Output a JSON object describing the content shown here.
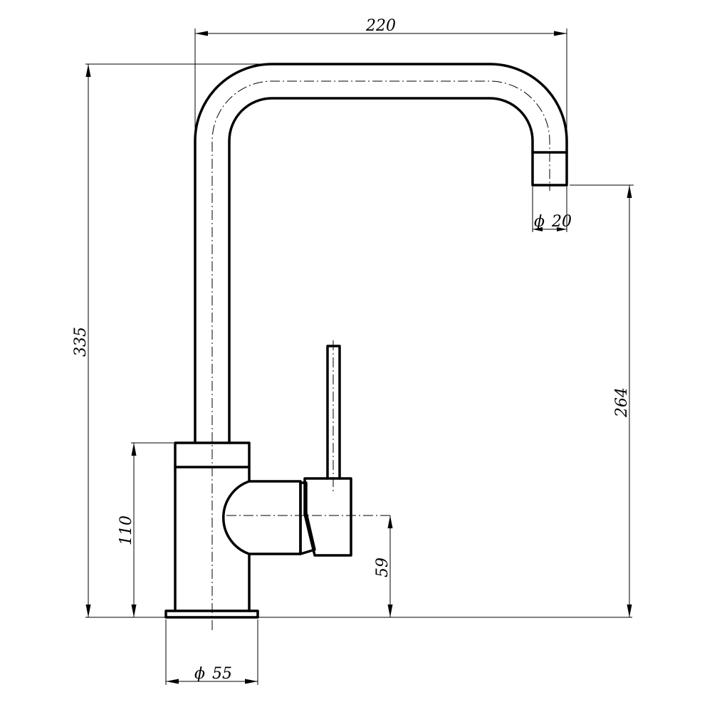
{
  "dimensions": {
    "spout_reach": "220",
    "total_height": "335",
    "outlet_height": "264",
    "body_height": "110",
    "lever_axis_height": "59",
    "outlet_diameter": "20",
    "base_diameter": "55",
    "diameter_symbol": "ϕ"
  }
}
